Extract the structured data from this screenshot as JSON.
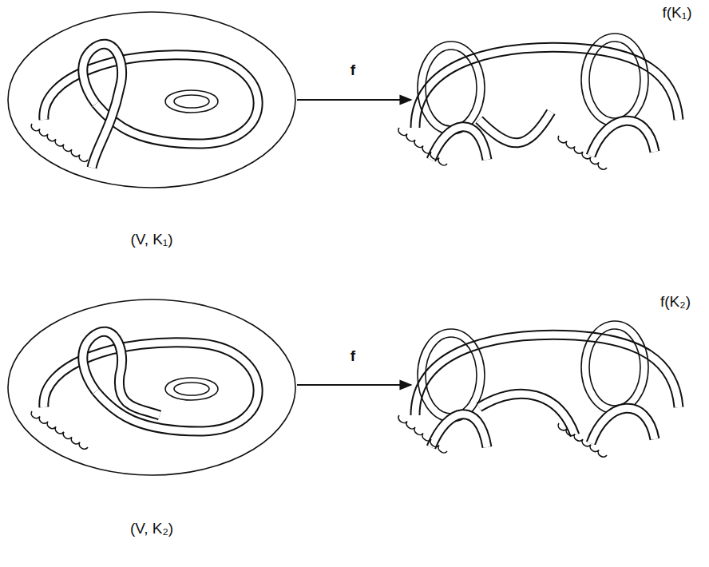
{
  "diagram": {
    "labels": [
      "f(K₁)",
      "f",
      "(V, K₁)",
      "f(K₂)",
      "f",
      "(V, K₂)"
    ]
  }
}
